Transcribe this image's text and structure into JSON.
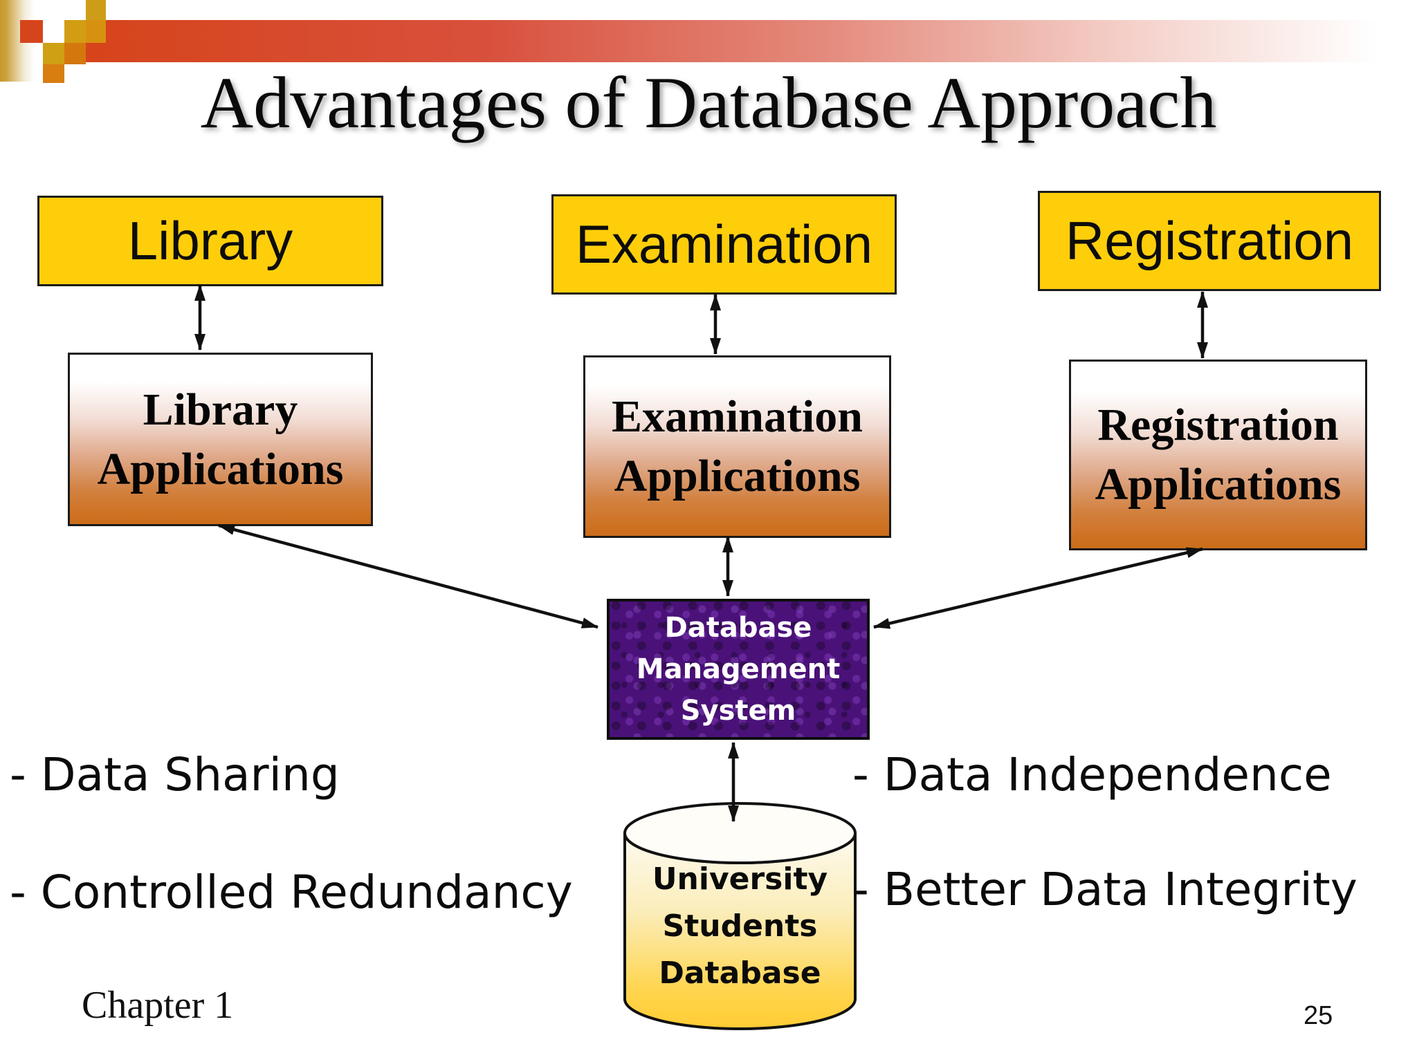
{
  "slide": {
    "title": "Advantages of Database Approach",
    "footer_left": "Chapter 1",
    "page_number": "25"
  },
  "diagram": {
    "top_row": [
      {
        "label": "Library"
      },
      {
        "label": "Examination"
      },
      {
        "label": "Registration"
      }
    ],
    "app_row": [
      {
        "line1": "Library",
        "line2": "Applications"
      },
      {
        "line1": "Examination",
        "line2": "Applications"
      },
      {
        "line1": "Registration",
        "line2": "Applications"
      }
    ],
    "dbms": {
      "line1": "Database",
      "line2": "Management",
      "line3": "System"
    },
    "cylinder": {
      "line1": "University",
      "line2": "Students",
      "line3": "Database"
    }
  },
  "bullets": {
    "left": [
      "- Data Sharing",
      "- Controlled Redundancy"
    ],
    "right": [
      "- Data Independence",
      "- Better Data Integrity"
    ]
  },
  "colors": {
    "top_box_fill": "#FFCE0A",
    "app_box_gradient_bottom": "#CB6D1A",
    "dbms_fill": "#4A1278",
    "cylinder_gradient_bottom": "#FFCC33",
    "banner_red": "#D6441B",
    "accent_gold": "#D29D13",
    "arrow_color": "#111111"
  }
}
